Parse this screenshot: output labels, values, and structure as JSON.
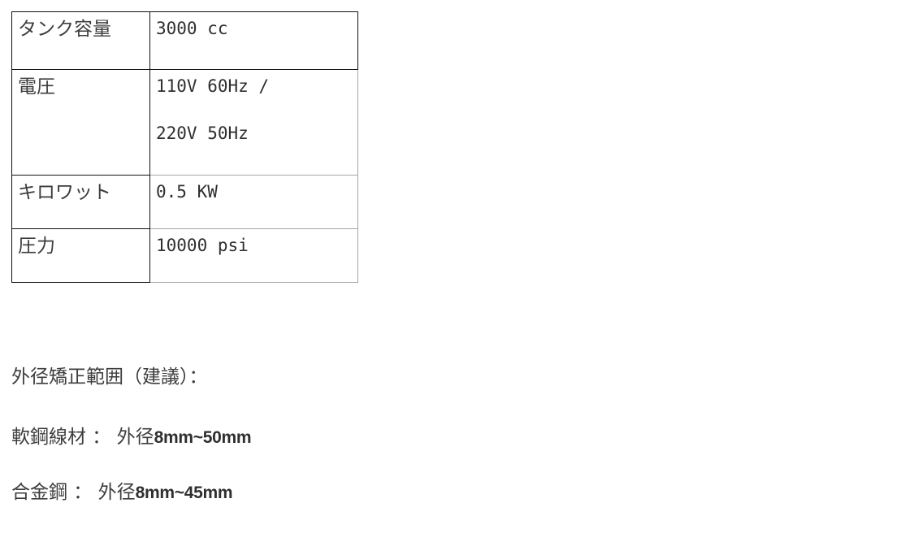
{
  "document": {
    "table": {
      "rows": [
        {
          "label": "タンク容量",
          "value": "3000 cc",
          "value2": ""
        },
        {
          "label": "電圧",
          "value": "110V 60Hz /",
          "value2": "220V 50Hz"
        },
        {
          "label": "キロワット",
          "value": "0.5 KW",
          "value2": ""
        },
        {
          "label": "圧力",
          "value": "10000 psi",
          "value2": ""
        }
      ]
    },
    "notes": {
      "heading": "外径矯正範囲（建議）：",
      "mild_steel": {
        "label": "軟鋼線材 ： 外径",
        "measure": "8mm~50mm"
      },
      "alloy_steel": {
        "label": "合金鋼 ： 外径",
        "measure": "8mm~45mm"
      }
    },
    "colors": {
      "background": "#ffffff",
      "text": "#3d3d3d",
      "border_dark": "#111111",
      "border_light": "#a6a6a6"
    }
  }
}
